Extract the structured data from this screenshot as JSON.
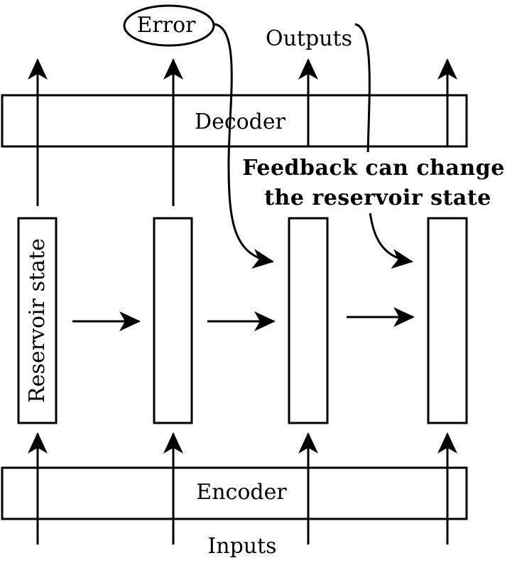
{
  "labels": {
    "error": "Error",
    "outputs": "Outputs",
    "decoder": "Decoder",
    "feedback_line1": "Feedback can change",
    "feedback_line2": "the reservoir state",
    "reservoir_state": "Reservoir state",
    "encoder": "Encoder",
    "inputs": "Inputs"
  },
  "colors": {
    "stroke": "#000000",
    "background": "#ffffff"
  }
}
